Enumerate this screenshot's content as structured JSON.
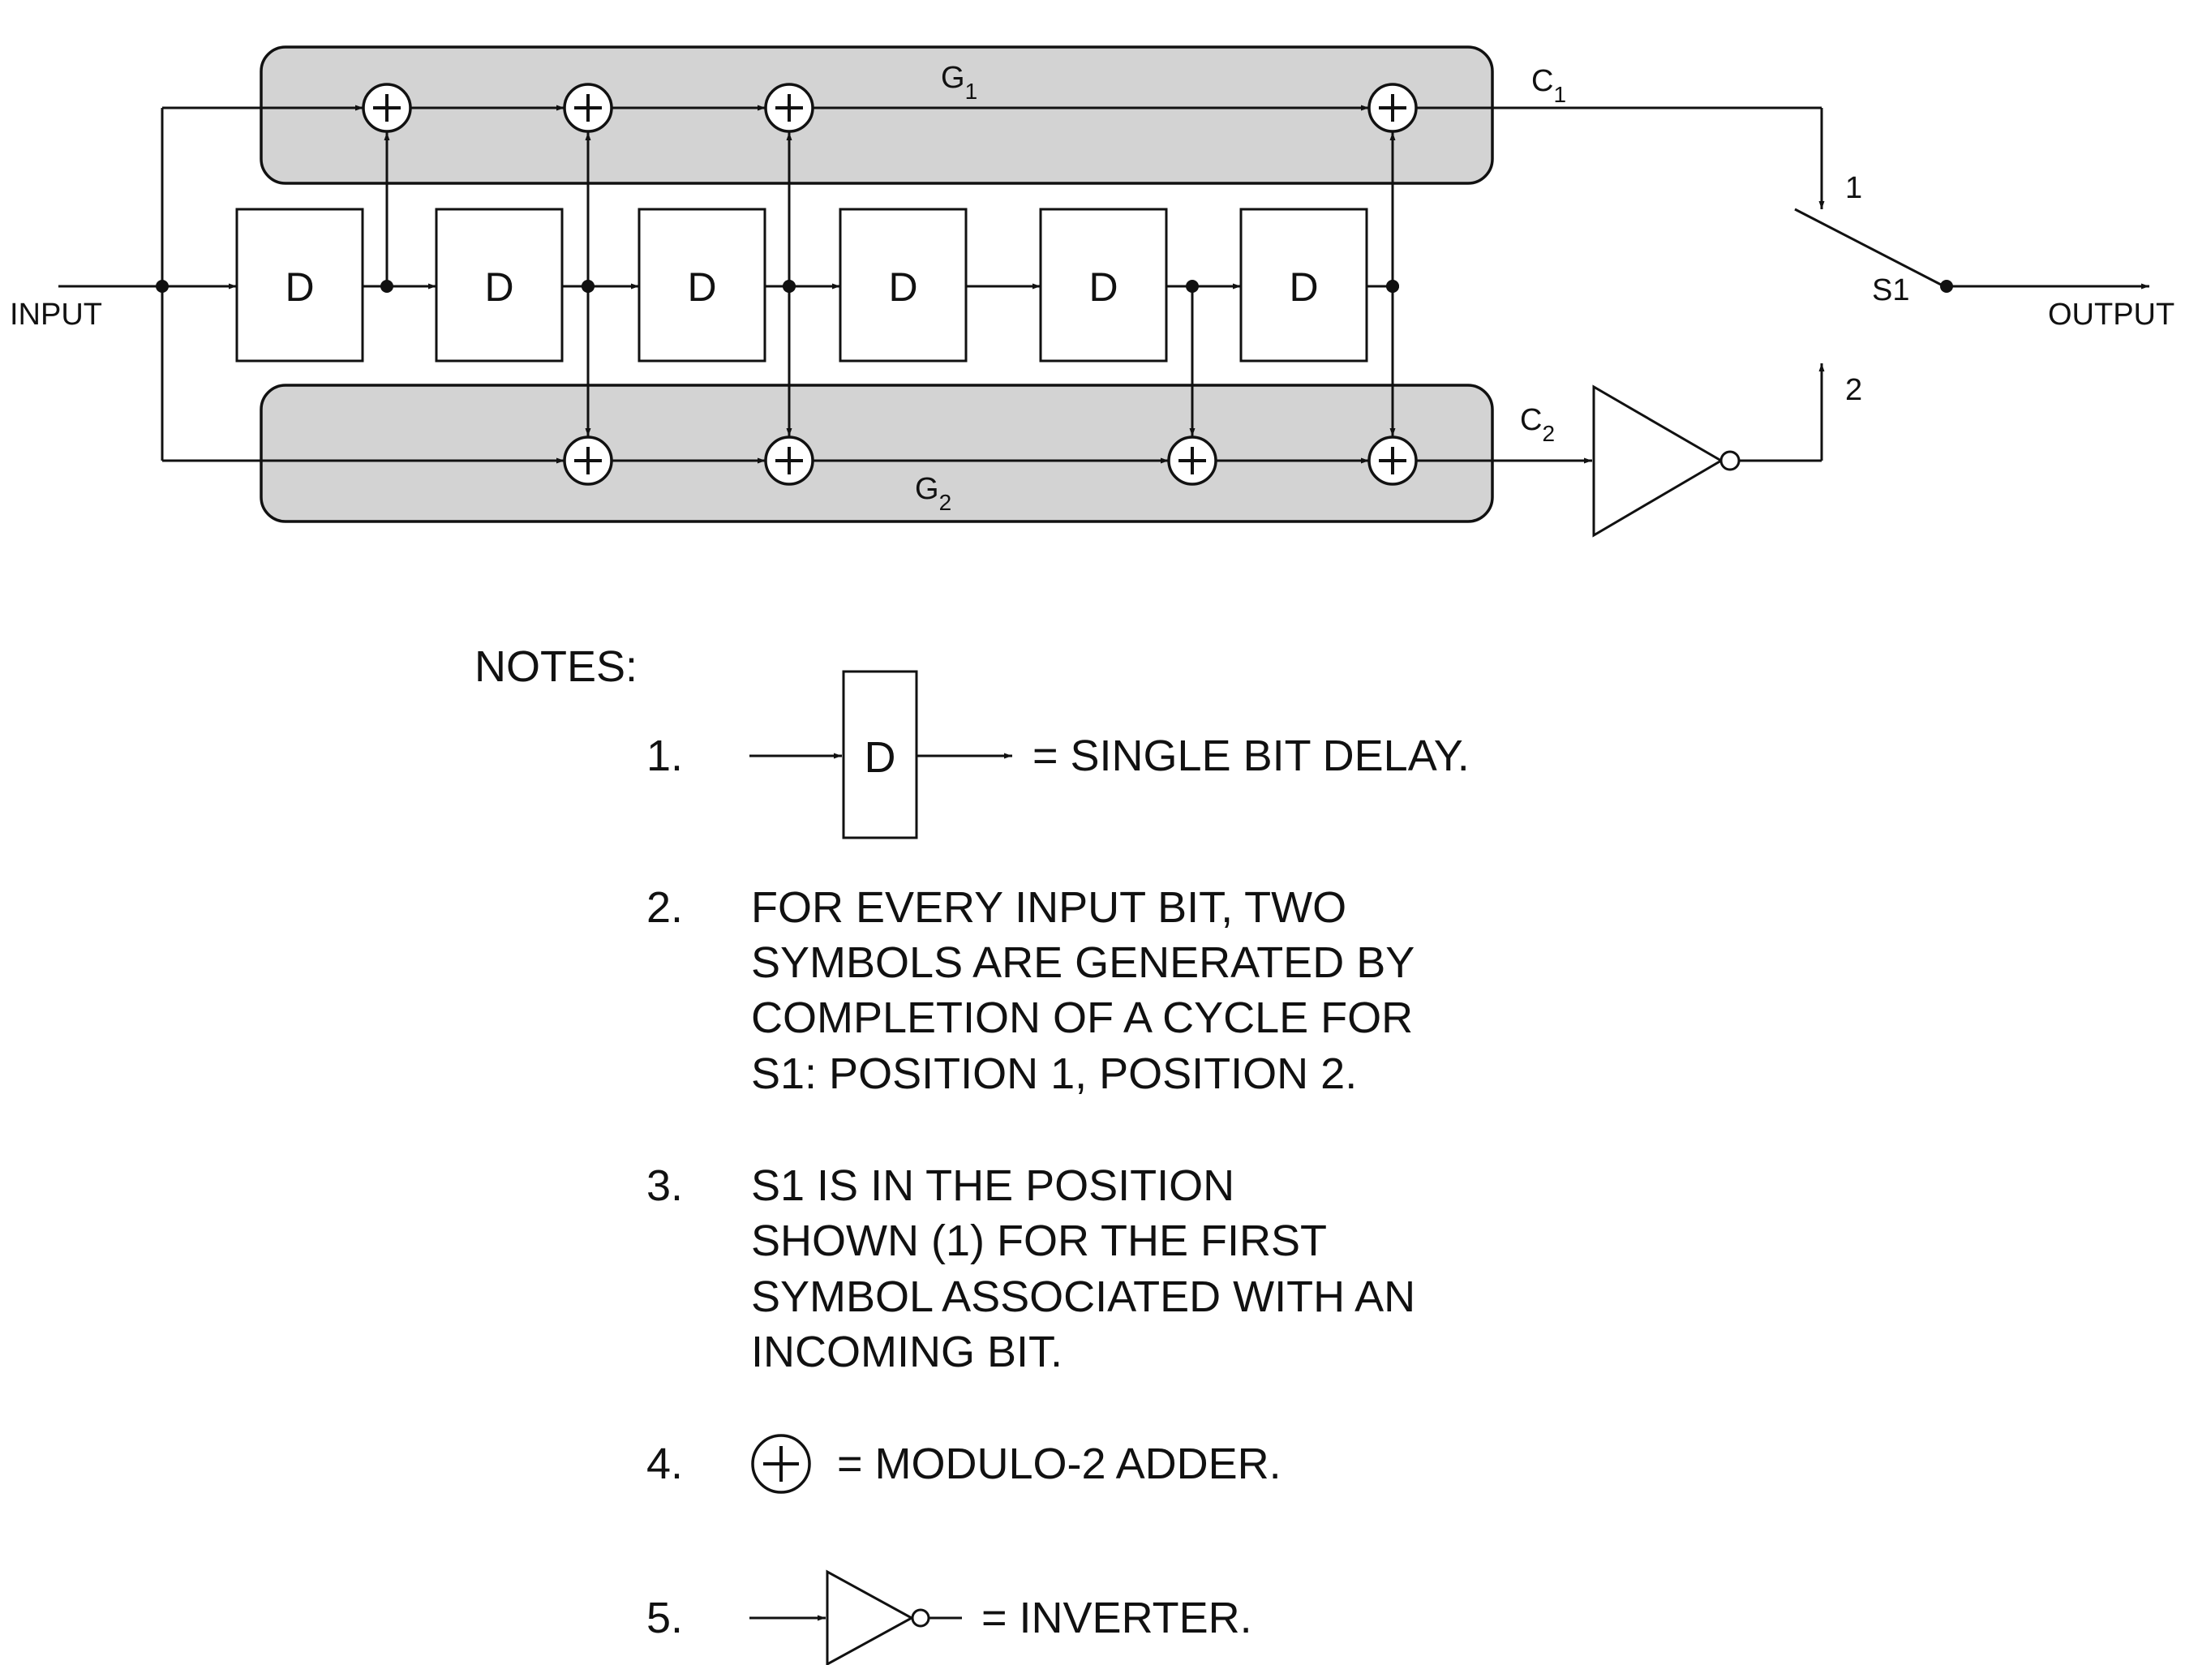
{
  "diagram": {
    "input_label": "INPUT",
    "output_label": "OUTPUT",
    "generator_labels": [
      {
        "id": "g1",
        "main": "G",
        "sub": "1"
      },
      {
        "id": "g2",
        "main": "G",
        "sub": "2"
      }
    ],
    "output_labels": [
      {
        "id": "c1",
        "main": "C",
        "sub": "1"
      },
      {
        "id": "c2",
        "main": "C",
        "sub": "2"
      }
    ],
    "delay_label": "D",
    "delay_count": 6,
    "switch_label": "S1",
    "switch_positions": [
      "1",
      "2"
    ],
    "g1_taps": [
      0,
      1,
      2,
      3,
      6
    ],
    "g2_taps": [
      0,
      2,
      3,
      5,
      6
    ]
  },
  "notes": {
    "heading": "NOTES:",
    "items": [
      {
        "number": "1.",
        "lines": [
          "= SINGLE BIT DELAY."
        ],
        "symbol": "delay",
        "symbol_text": "D"
      },
      {
        "number": "2.",
        "lines": [
          "FOR EVERY INPUT BIT, TWO",
          "SYMBOLS ARE GENERATED BY",
          "COMPLETION OF A CYCLE FOR",
          "S1:  POSITION 1, POSITION 2."
        ]
      },
      {
        "number": "3.",
        "lines": [
          "S1 IS IN THE POSITION",
          "SHOWN (1) FOR THE FIRST",
          "SYMBOL ASSOCIATED WITH AN",
          "INCOMING BIT."
        ]
      },
      {
        "number": "4.",
        "lines": [
          "=  MODULO-2 ADDER."
        ],
        "symbol": "modulo-2-adder"
      },
      {
        "number": "5.",
        "lines": [
          "=  INVERTER."
        ],
        "symbol": "inverter"
      }
    ]
  },
  "colors": {
    "ink": "#111111",
    "panel_fill": "#d3d3d3",
    "background": "#ffffff"
  }
}
